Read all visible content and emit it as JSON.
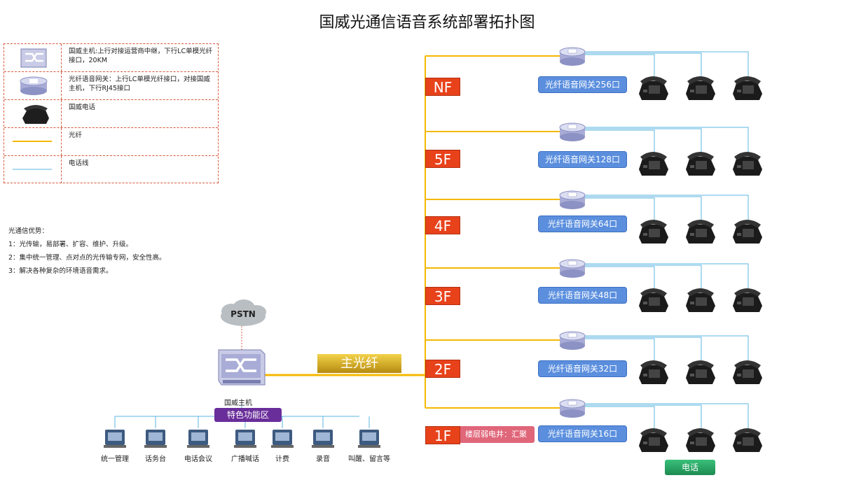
{
  "title": "国威光通信语音系统部署拓扑图",
  "legend": [
    {
      "icon": "main-host-icon",
      "text": "国威主机:上行对接运营商中继，下行LC单模光纤接口，20KM"
    },
    {
      "icon": "fiber-gateway-icon",
      "text": "光纤语音网关：上行LC单模光纤接口，对接国威主机，下行RJ45接口"
    },
    {
      "icon": "telephone-icon",
      "text": "国威电话"
    },
    {
      "icon": "fiber-line-icon",
      "text": "光纤"
    },
    {
      "icon": "phone-line-icon",
      "text": "电话线"
    }
  ],
  "advantages": {
    "heading": "光通信优势：",
    "items": [
      "1：光传输，易部署、扩容、维护、升级。",
      "2：集中统一管理、点对点的光传输专网，安全性高。",
      "3：解决各种复杂的环境语音需求。"
    ]
  },
  "floors": [
    {
      "label": "NF",
      "gateway": "光纤语音网关256口"
    },
    {
      "label": "5F",
      "gateway": "光纤语音网关128口"
    },
    {
      "label": "4F",
      "gateway": "光纤语音网关64口"
    },
    {
      "label": "3F",
      "gateway": "光纤语音网关48口"
    },
    {
      "label": "2F",
      "gateway": "光纤语音网关32口"
    },
    {
      "label": "1F",
      "gateway": "光纤语音网关16口"
    }
  ],
  "pstn": "PSTN",
  "main_host_label": "国威主机",
  "main_fiber_label": "主光纤",
  "feature_zone_label": "特色功能区",
  "shaft_label": "楼层弱电井：汇聚",
  "phone_label": "电话",
  "features": [
    "统一管理",
    "话务台",
    "电话会议",
    "广播喊话",
    "计费",
    "录音",
    "叫醒、留言等"
  ],
  "colors": {
    "fiber": "#f5b800",
    "phone_line": "#5bb4e0",
    "floor": "#e8421b",
    "gateway": "#5b8fde"
  }
}
